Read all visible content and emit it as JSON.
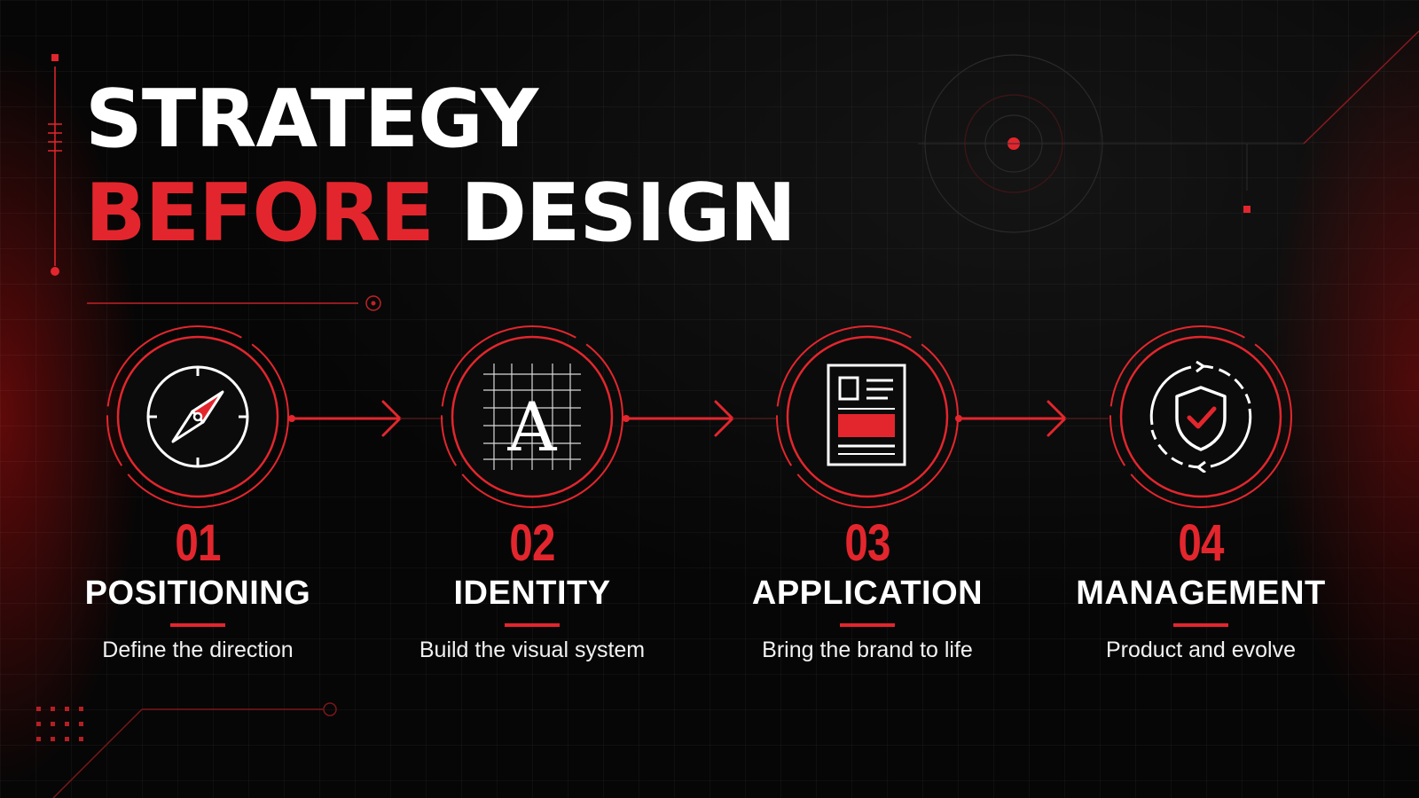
{
  "title": {
    "line1": "STRATEGY",
    "line2_accent": "BEFORE",
    "line2_rest": "DESIGN"
  },
  "colors": {
    "accent": "#e3262d",
    "background": "#060606",
    "text": "#ffffff"
  },
  "steps": [
    {
      "number": "01",
      "name": "POSITIONING",
      "description": "Define the direction",
      "icon": "compass-icon"
    },
    {
      "number": "02",
      "name": "IDENTITY",
      "description": "Build the visual system",
      "icon": "typography-grid-icon"
    },
    {
      "number": "03",
      "name": "APPLICATION",
      "description": "Bring the brand to life",
      "icon": "document-layout-icon"
    },
    {
      "number": "04",
      "name": "MANAGEMENT",
      "description": "Product and evolve",
      "icon": "shield-check-cycle-icon"
    }
  ]
}
